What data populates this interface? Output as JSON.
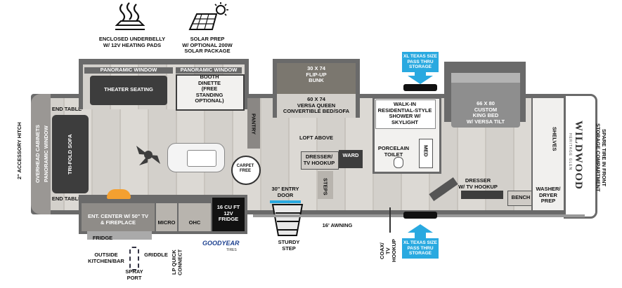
{
  "features": {
    "underbelly": "ENCLOSED UNDERBELLY\nW/ 12V HEATING PADS",
    "solar": "SOLAR PREP\nW/ OPTIONAL 200W\nSOLAR PACKAGE"
  },
  "labels": {
    "accessory_hitch": "2\" ACCESSORY HITCH",
    "overhead_cabinets": "OVERHEAD CABINETS",
    "panoramic_window_front": "PANORAMIC WINDOW",
    "tri_fold_sofa": "TRI-FOLD SOFA",
    "end_table_top": "END TABLE",
    "end_table_bottom": "END TABLE",
    "panoramic_window_1": "PANORAMIC WINDOW",
    "panoramic_window_2": "PANORAMIC WINDOW",
    "theater_seating": "THEATER SEATING",
    "booth_dinette": "BOOTH\nDINETTE\n(FREE\nSTANDING\nOPTIONAL)",
    "pantry": "PANTRY",
    "flip_up_bunk": "30 X 74\nFLIP-UP\nBUNK",
    "versa_queen": "60 X 74\nVERSA QUEEN\nCONVERTIBLE BED/SOFA",
    "loft_above": "LOFT ABOVE",
    "dresser_tv": "DRESSER/\nTV HOOKUP",
    "ward": "WARD",
    "steps": "STEPS",
    "carpet_free": "CARPET FREE",
    "entry_door": "30\" ENTRY\nDOOR",
    "sturdy_step": "STURDY\nSTEP",
    "awning": "16' AWNING",
    "shower": "WALK-IN\nRESIDENTIAL-STYLE\nSHOWER W/\nSKYLIGHT",
    "porcelain_toilet": "PORCELAIN\nTOILET",
    "med": "MED",
    "xl_storage_top": "XL TEXAS SIZE\nPASS THRU\nSTORAGE",
    "xl_storage_bottom": "XL TEXAS SIZE\nPASS THRU\nSTORAGE",
    "king_bed": "66 X 80\nCUSTOM\nKING BED\nW/ VERSA TILT",
    "dresser_bedroom": "DRESSER\nW/ TV HOOKUP",
    "bench": "BENCH",
    "shelves": "SHELVES",
    "washer_dryer": "WASHER/\nDRYER\nPREP",
    "spare_tire": "SPARE TIRE IN FRONT\nSTORAGE COMPARTMENT",
    "ent_center": "ENT. CENTER W/ 50\" TV\n& FIREPLACE",
    "micro": "MICRO",
    "ohc": "OHC",
    "fridge_interior": "16 CU FT\n12V\nFRIDGE",
    "fridge_outside": "FRIDGE",
    "outside_kitchen": "OUTSIDE\nKITCHEN/BAR",
    "griddle": "GRIDDLE",
    "spray_port": "SPRAY\nPORT",
    "lp_quick_connect": "LP QUICK\nCONNECT",
    "coax": "COAX/\nTV HOOKUP"
  },
  "brand": {
    "goodyear": "GOODYEAR",
    "tires": "TIRES",
    "logo": "WILDWOOD",
    "logo_sub": "HERITAGE GLEN"
  },
  "icons": [
    "heat-waves-icon",
    "solar-panel-icon",
    "arrow-down-icon",
    "arrow-up-icon"
  ],
  "colors": {
    "badge_blue": "#29a9e0",
    "wall": "#6a6a6a",
    "floor": "#d3d0cb"
  }
}
